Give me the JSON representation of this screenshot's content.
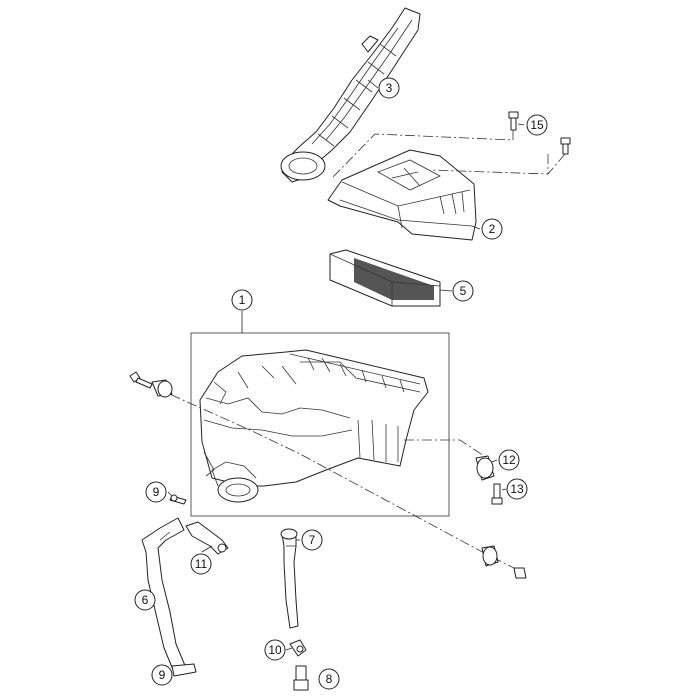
{
  "callouts": [
    {
      "id": "c1",
      "label": "1"
    },
    {
      "id": "c2",
      "label": "2"
    },
    {
      "id": "c3",
      "label": "3"
    },
    {
      "id": "c5",
      "label": "5"
    },
    {
      "id": "c6",
      "label": "6"
    },
    {
      "id": "c7",
      "label": "7"
    },
    {
      "id": "c8",
      "label": "8"
    },
    {
      "id": "c9a",
      "label": "9"
    },
    {
      "id": "c9b",
      "label": "9"
    },
    {
      "id": "c10",
      "label": "10"
    },
    {
      "id": "c11",
      "label": "11"
    },
    {
      "id": "c12",
      "label": "12"
    },
    {
      "id": "c13",
      "label": "13"
    },
    {
      "id": "c15",
      "label": "15"
    }
  ]
}
